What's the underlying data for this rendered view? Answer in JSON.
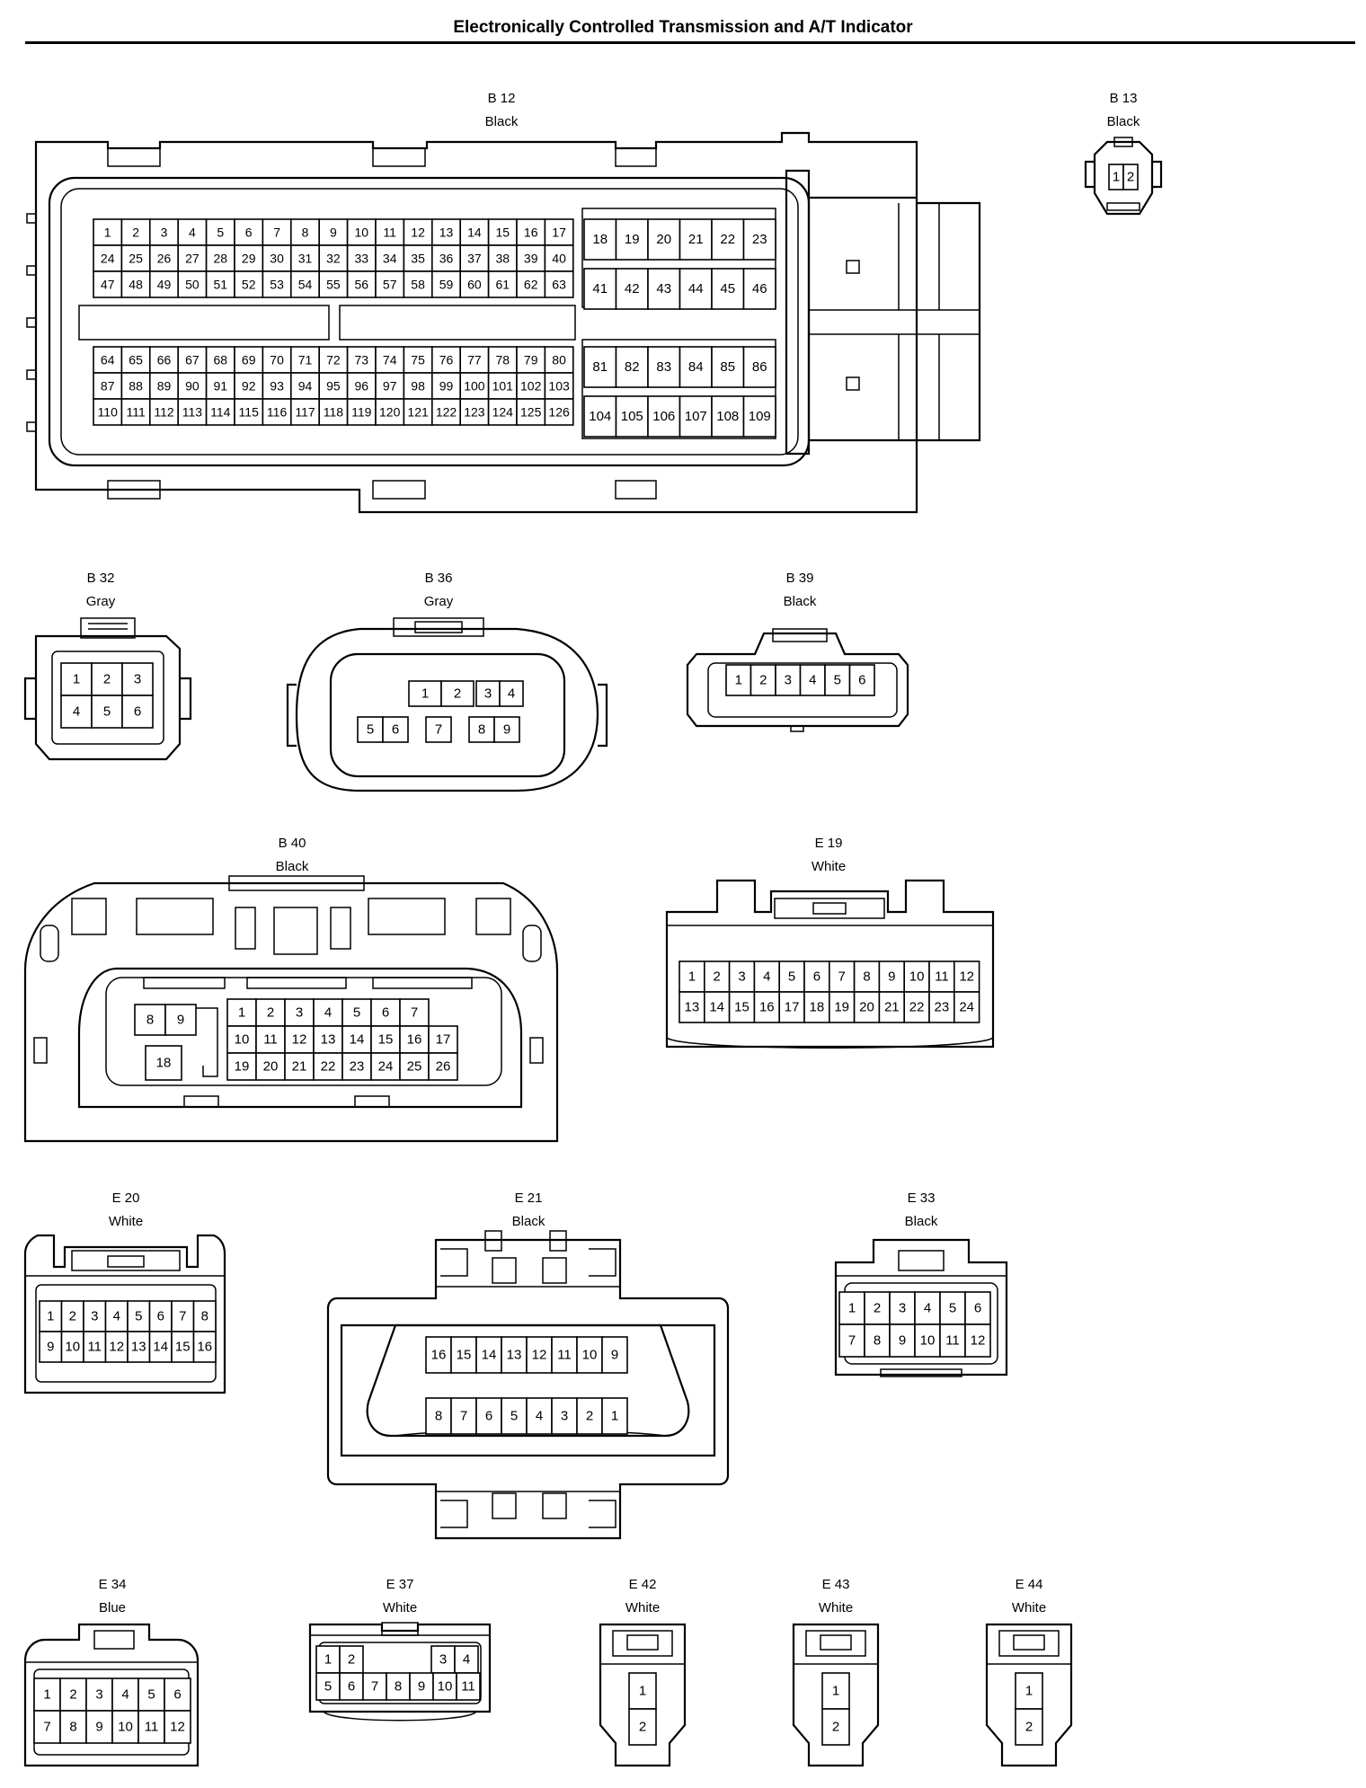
{
  "page": {
    "title": "Electronically Controlled Transmission and A/T Indicator"
  },
  "connectors": [
    {
      "id": "B 12",
      "color": "Black"
    },
    {
      "id": "B 13",
      "color": "Black"
    },
    {
      "id": "B 32",
      "color": "Gray"
    },
    {
      "id": "B 36",
      "color": "Gray"
    },
    {
      "id": "B 39",
      "color": "Black"
    },
    {
      "id": "B 40",
      "color": "Black"
    },
    {
      "id": "E 19",
      "color": "White"
    },
    {
      "id": "E 20",
      "color": "White"
    },
    {
      "id": "E 21",
      "color": "Black"
    },
    {
      "id": "E 33",
      "color": "Black"
    },
    {
      "id": "E 34",
      "color": "Blue"
    },
    {
      "id": "E 37",
      "color": "White"
    },
    {
      "id": "E 42",
      "color": "White"
    },
    {
      "id": "E 43",
      "color": "White"
    },
    {
      "id": "E 44",
      "color": "White"
    }
  ],
  "pins": {
    "b12": {
      "left_top": [
        [
          "1",
          "2",
          "3",
          "4",
          "5",
          "6",
          "7",
          "8",
          "9",
          "10",
          "11",
          "12",
          "13",
          "14",
          "15",
          "16",
          "17"
        ],
        [
          "24",
          "25",
          "26",
          "27",
          "28",
          "29",
          "30",
          "31",
          "32",
          "33",
          "34",
          "35",
          "36",
          "37",
          "38",
          "39",
          "40"
        ],
        [
          "47",
          "48",
          "49",
          "50",
          "51",
          "52",
          "53",
          "54",
          "55",
          "56",
          "57",
          "58",
          "59",
          "60",
          "61",
          "62",
          "63"
        ]
      ],
      "right_top": [
        [
          "18",
          "19",
          "20",
          "21",
          "22",
          "23"
        ],
        [
          "41",
          "42",
          "43",
          "44",
          "45",
          "46"
        ]
      ],
      "left_bottom": [
        [
          "64",
          "65",
          "66",
          "67",
          "68",
          "69",
          "70",
          "71",
          "72",
          "73",
          "74",
          "75",
          "76",
          "77",
          "78",
          "79",
          "80"
        ],
        [
          "87",
          "88",
          "89",
          "90",
          "91",
          "92",
          "93",
          "94",
          "95",
          "96",
          "97",
          "98",
          "99",
          "100",
          "101",
          "102",
          "103"
        ],
        [
          "110",
          "111",
          "112",
          "113",
          "114",
          "115",
          "116",
          "117",
          "118",
          "119",
          "120",
          "121",
          "122",
          "123",
          "124",
          "125",
          "126"
        ]
      ],
      "right_bottom": [
        [
          "81",
          "82",
          "83",
          "84",
          "85",
          "86"
        ],
        [
          "104",
          "105",
          "106",
          "107",
          "108",
          "109"
        ]
      ]
    },
    "b13": [
      "1",
      "2"
    ],
    "b32": [
      [
        "1",
        "2",
        "3"
      ],
      [
        "4",
        "5",
        "6"
      ]
    ],
    "b36": {
      "top_a": [
        "1",
        "2"
      ],
      "top_b": [
        "3",
        "4"
      ],
      "bot_a": [
        "5",
        "6"
      ],
      "bot_b": [
        "7"
      ],
      "bot_c": [
        "8",
        "9"
      ]
    },
    "b39": [
      "1",
      "2",
      "3",
      "4",
      "5",
      "6"
    ],
    "b40": {
      "small": [
        "8",
        "9"
      ],
      "small2": [
        "18"
      ],
      "main": [
        [
          "1",
          "2",
          "3",
          "4",
          "5",
          "6",
          "7"
        ],
        [
          "10",
          "11",
          "12",
          "13",
          "14",
          "15",
          "16",
          "17"
        ],
        [
          "19",
          "20",
          "21",
          "22",
          "23",
          "24",
          "25",
          "26"
        ]
      ]
    },
    "e19": [
      [
        "1",
        "2",
        "3",
        "4",
        "5",
        "6",
        "7",
        "8",
        "9",
        "10",
        "11",
        "12"
      ],
      [
        "13",
        "14",
        "15",
        "16",
        "17",
        "18",
        "19",
        "20",
        "21",
        "22",
        "23",
        "24"
      ]
    ],
    "e20": [
      [
        "1",
        "2",
        "3",
        "4",
        "5",
        "6",
        "7",
        "8"
      ],
      [
        "9",
        "10",
        "11",
        "12",
        "13",
        "14",
        "15",
        "16"
      ]
    ],
    "e21": [
      [
        "16",
        "15",
        "14",
        "13",
        "12",
        "11",
        "10",
        "9"
      ],
      [
        "8",
        "7",
        "6",
        "5",
        "4",
        "3",
        "2",
        "1"
      ]
    ],
    "e33": [
      [
        "1",
        "2",
        "3",
        "4",
        "5",
        "6"
      ],
      [
        "7",
        "8",
        "9",
        "10",
        "11",
        "12"
      ]
    ],
    "e34": [
      [
        "1",
        "2",
        "3",
        "4",
        "5",
        "6"
      ],
      [
        "7",
        "8",
        "9",
        "10",
        "11",
        "12"
      ]
    ],
    "e37": {
      "top_a": [
        "1",
        "2"
      ],
      "top_b": [
        "3",
        "4"
      ],
      "bottom": [
        "5",
        "6",
        "7",
        "8",
        "9",
        "10",
        "11"
      ]
    },
    "e42": [
      "1",
      "2"
    ],
    "e43": [
      "1",
      "2"
    ],
    "e44": [
      "1",
      "2"
    ]
  }
}
